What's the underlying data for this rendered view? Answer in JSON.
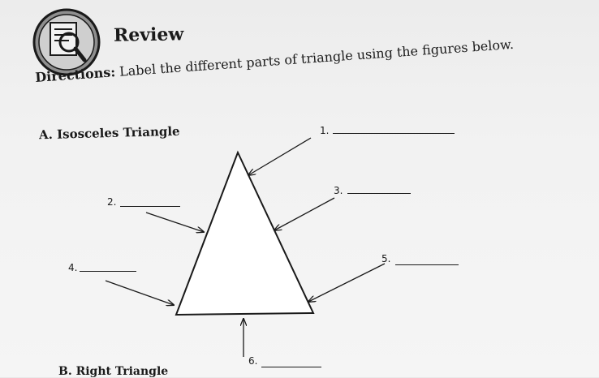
{
  "header": {
    "title": "Review"
  },
  "directions": {
    "label": "Directions:",
    "text": "Label the different parts of triangle using the figures below."
  },
  "section_a": {
    "title": "A.  Isosceles Triangle"
  },
  "section_b": {
    "title": "B.  Right Triangle"
  },
  "blanks": [
    {
      "number": "1."
    },
    {
      "number": "2."
    },
    {
      "number": "3."
    },
    {
      "number": "4."
    },
    {
      "number": "5."
    },
    {
      "number": "6."
    }
  ],
  "logo": {
    "icon": "review-magnifier-icon"
  }
}
